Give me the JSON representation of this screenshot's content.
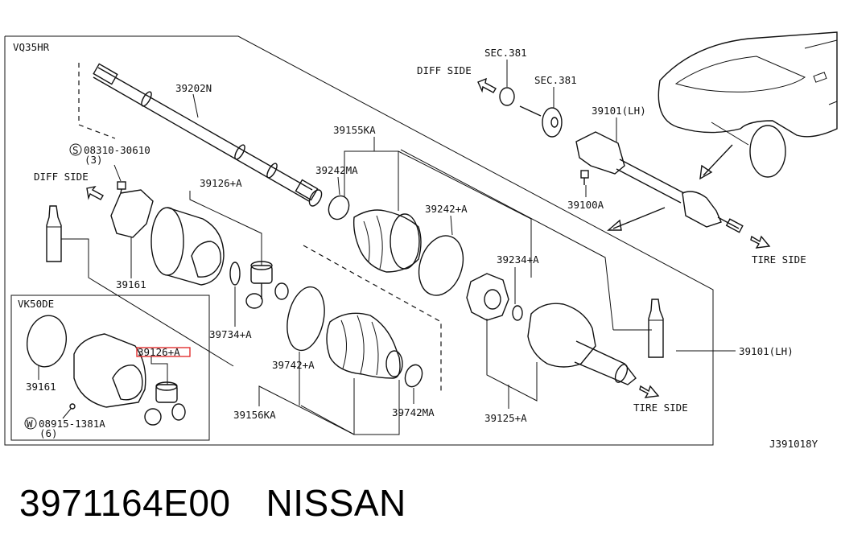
{
  "engine_main": "VQ35HR",
  "engine_alt": "VK50DE",
  "diagram_code": "J391018Y",
  "labels": {
    "p39202N": "39202N",
    "p39155KA": "39155KA",
    "p39242MA": "39242MA",
    "p39242A": "39242+A",
    "p39126A": "39126+A",
    "p39161": "39161",
    "p39734A": "39734+A",
    "p39742A": "39742+A",
    "p39742MA": "39742MA",
    "p39156KA": "39156KA",
    "p39234A": "39234+A",
    "p39125A": "39125+A",
    "p39101LH": "39101(LH)",
    "p39101LH_main": "39101(LH)",
    "p39100A": "39100A",
    "sec381_top": "SEC.381",
    "sec381_mid": "SEC.381",
    "bolt_s": "08310-30610",
    "bolt_s_qty": "(3)",
    "washer_w": "08915-1381A",
    "washer_w_qty": "(6)",
    "inset_39161": "39161",
    "inset_39126A": "39126+A",
    "diff_side_1": "DIFF SIDE",
    "diff_side_2": "DIFF SIDE",
    "tire_side_1": "TIRE SIDE",
    "tire_side_2": "TIRE SIDE",
    "s_symbol": "S",
    "w_symbol": "W"
  },
  "highlight_color": "#e02020",
  "caption": {
    "part_number": "3971164E00",
    "brand": "NISSAN"
  }
}
